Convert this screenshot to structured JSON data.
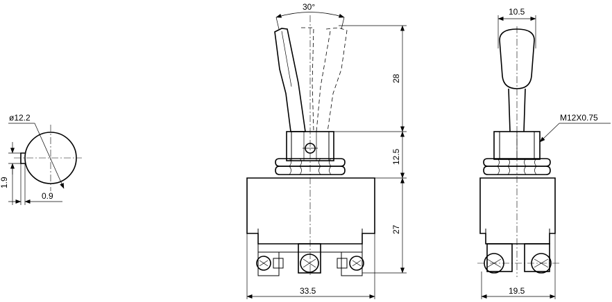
{
  "dimensions": {
    "shaft_diameter": "ø12.2",
    "flat_depth": "1.9",
    "flat_width": "0.9",
    "angle": "30°",
    "lever_length": "28",
    "bushing_length": "12.5",
    "body_height": "27",
    "body_width": "33.5",
    "lever_width": "10.5",
    "thread_spec": "M12X0.75",
    "side_width": "19.5"
  },
  "colors": {
    "line": "#000000",
    "background": "#ffffff"
  }
}
